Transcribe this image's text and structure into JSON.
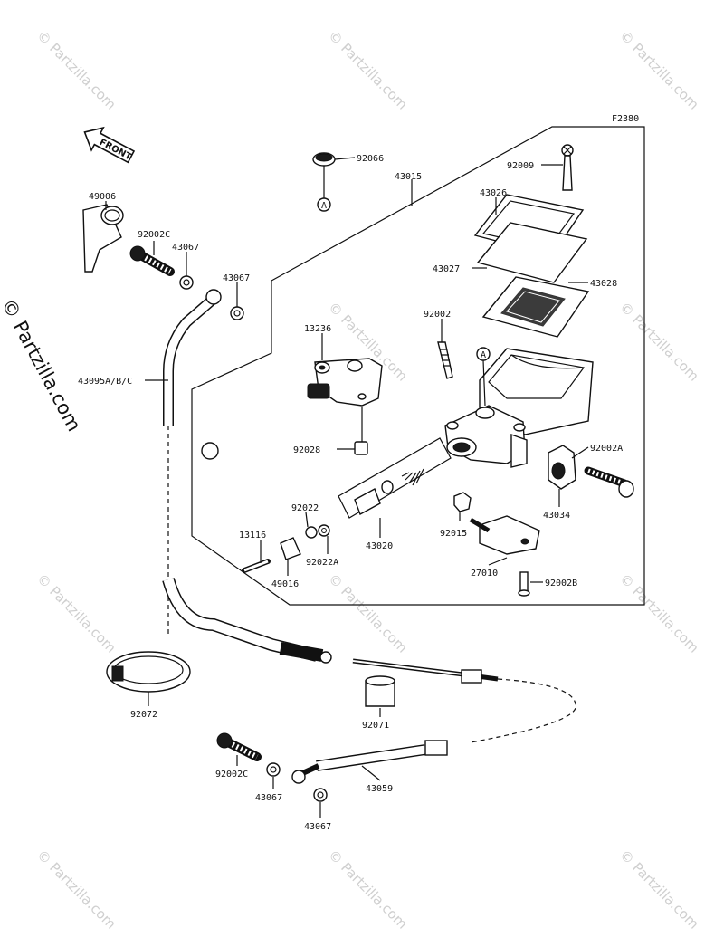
{
  "figure_code": "F2380",
  "front_label": "FRONT",
  "side_watermark": "© Partzilla.com",
  "watermark_text": "© Partzilla.com",
  "ref_mark": "A",
  "labels": {
    "p92066": "92066",
    "p43015": "43015",
    "p92009": "92009",
    "p43026": "43026",
    "p43027": "43027",
    "p43028": "43028",
    "p49006": "49006",
    "p92002c_top": "92002C",
    "p43067_a": "43067",
    "p43067_b": "43067",
    "p13236": "13236",
    "p92002": "92002",
    "p43095": "43095A/B/C",
    "p92028": "92028",
    "p92002a": "92002A",
    "p43034": "43034",
    "p92022": "92022",
    "p13116": "13116",
    "p92022a": "92022A",
    "p43020": "43020",
    "p92015": "92015",
    "p49016": "49016",
    "p27010": "27010",
    "p92002b": "92002B",
    "p92072": "92072",
    "p92071": "92071",
    "p92002c_bot": "92002C",
    "p43067_c": "43067",
    "p43059": "43059",
    "p43067_d": "43067"
  }
}
